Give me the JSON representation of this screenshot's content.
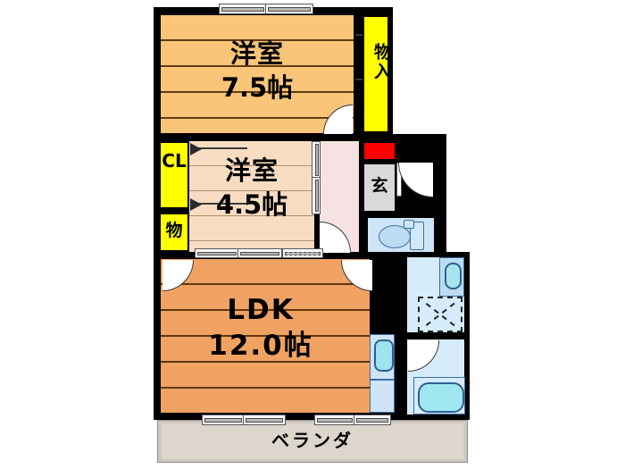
{
  "plan": {
    "type": "japanese-apartment-floor-plan",
    "layout_code": "2LDK",
    "rooms": [
      {
        "id": "washitsu_upper",
        "name": "洋室",
        "size": "7.5帖",
        "kind": "western-style-room"
      },
      {
        "id": "washitsu_lower",
        "name": "洋室",
        "size": "4.5帖",
        "kind": "western-style-room"
      },
      {
        "id": "ldk",
        "name": "LDK",
        "size": "12.0帖",
        "kind": "living-dining-kitchen"
      }
    ],
    "storage": [
      {
        "id": "monoire_top",
        "label": "物入",
        "kind": "closet"
      },
      {
        "id": "closet_cl",
        "label": "CL",
        "kind": "closet"
      },
      {
        "id": "mono_small",
        "label": "物",
        "kind": "storage"
      }
    ],
    "entrance": {
      "label": "玄",
      "kind": "genkan-entrance"
    },
    "balcony": {
      "label": "ベランダ",
      "kind": "veranda"
    },
    "wet_areas": [
      {
        "id": "toilet",
        "kind": "toilet"
      },
      {
        "id": "washroom",
        "kind": "washroom-laundry"
      },
      {
        "id": "bathroom",
        "kind": "bathroom-unit-bath"
      }
    ],
    "colors": {
      "wall": "#000000",
      "room_upper": "#f9c579",
      "room_lower": "#f7dcc2",
      "ldk": "#f0a262",
      "closet": "#ffff00",
      "genkan": "#d9d9d9",
      "accent_red": "#ff0000",
      "hallway": "#f6e2e2",
      "water": "#cfe4f7",
      "veranda": "#ddd6cd",
      "fixture_outline": "#3b6ea5",
      "fixture_fill": "#9fe6ee"
    }
  }
}
